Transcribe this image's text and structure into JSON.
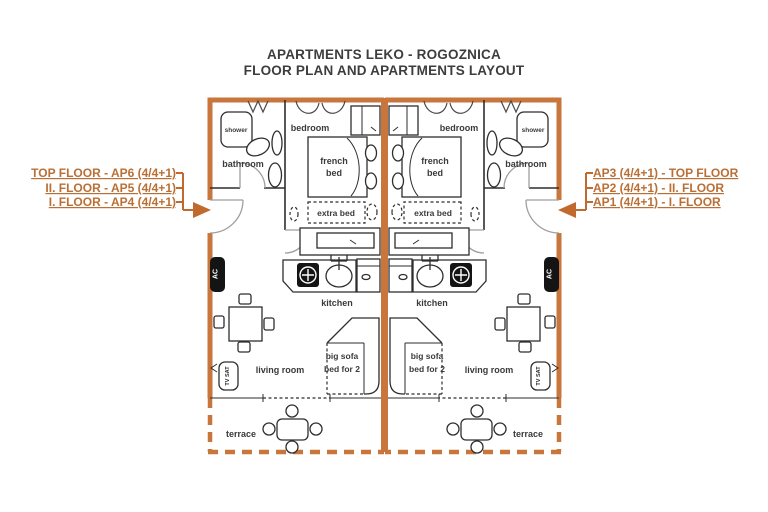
{
  "title": {
    "line1": "APARTMENTS LEKO - ROGOZNICA",
    "line2": "FLOOR PLAN AND APARTMENTS LAYOUT"
  },
  "floor_labels": {
    "left": [
      "TOP FLOOR - AP6 (4/4+1)",
      "II. FLOOR - AP5 (4/4+1)",
      "I. FLOOR - AP4 (4/4+1)"
    ],
    "right": [
      "AP3 (4/4+1) - TOP FLOOR",
      "AP2 (4/4+1) - II. FLOOR",
      "AP1 (4/4+1) - I. FLOOR"
    ]
  },
  "rooms": {
    "bedroom": "bedroom",
    "bathroom": "bathroom",
    "shower": "shower",
    "french_bed_line1": "french",
    "french_bed_line2": "bed",
    "extra_bed": "extra bed",
    "kitchen": "kitchen",
    "living_room": "living room",
    "sofa_line1": "big sofa",
    "sofa_line2": "bed for 2",
    "terrace": "terrace",
    "ac": "AC",
    "tv": "TV SAT"
  },
  "colors": {
    "wall_orange": "#c8763c",
    "label_orange": "#b96f35",
    "arrow_orange": "#c06a2e",
    "dark_text": "#3a3a3a"
  }
}
